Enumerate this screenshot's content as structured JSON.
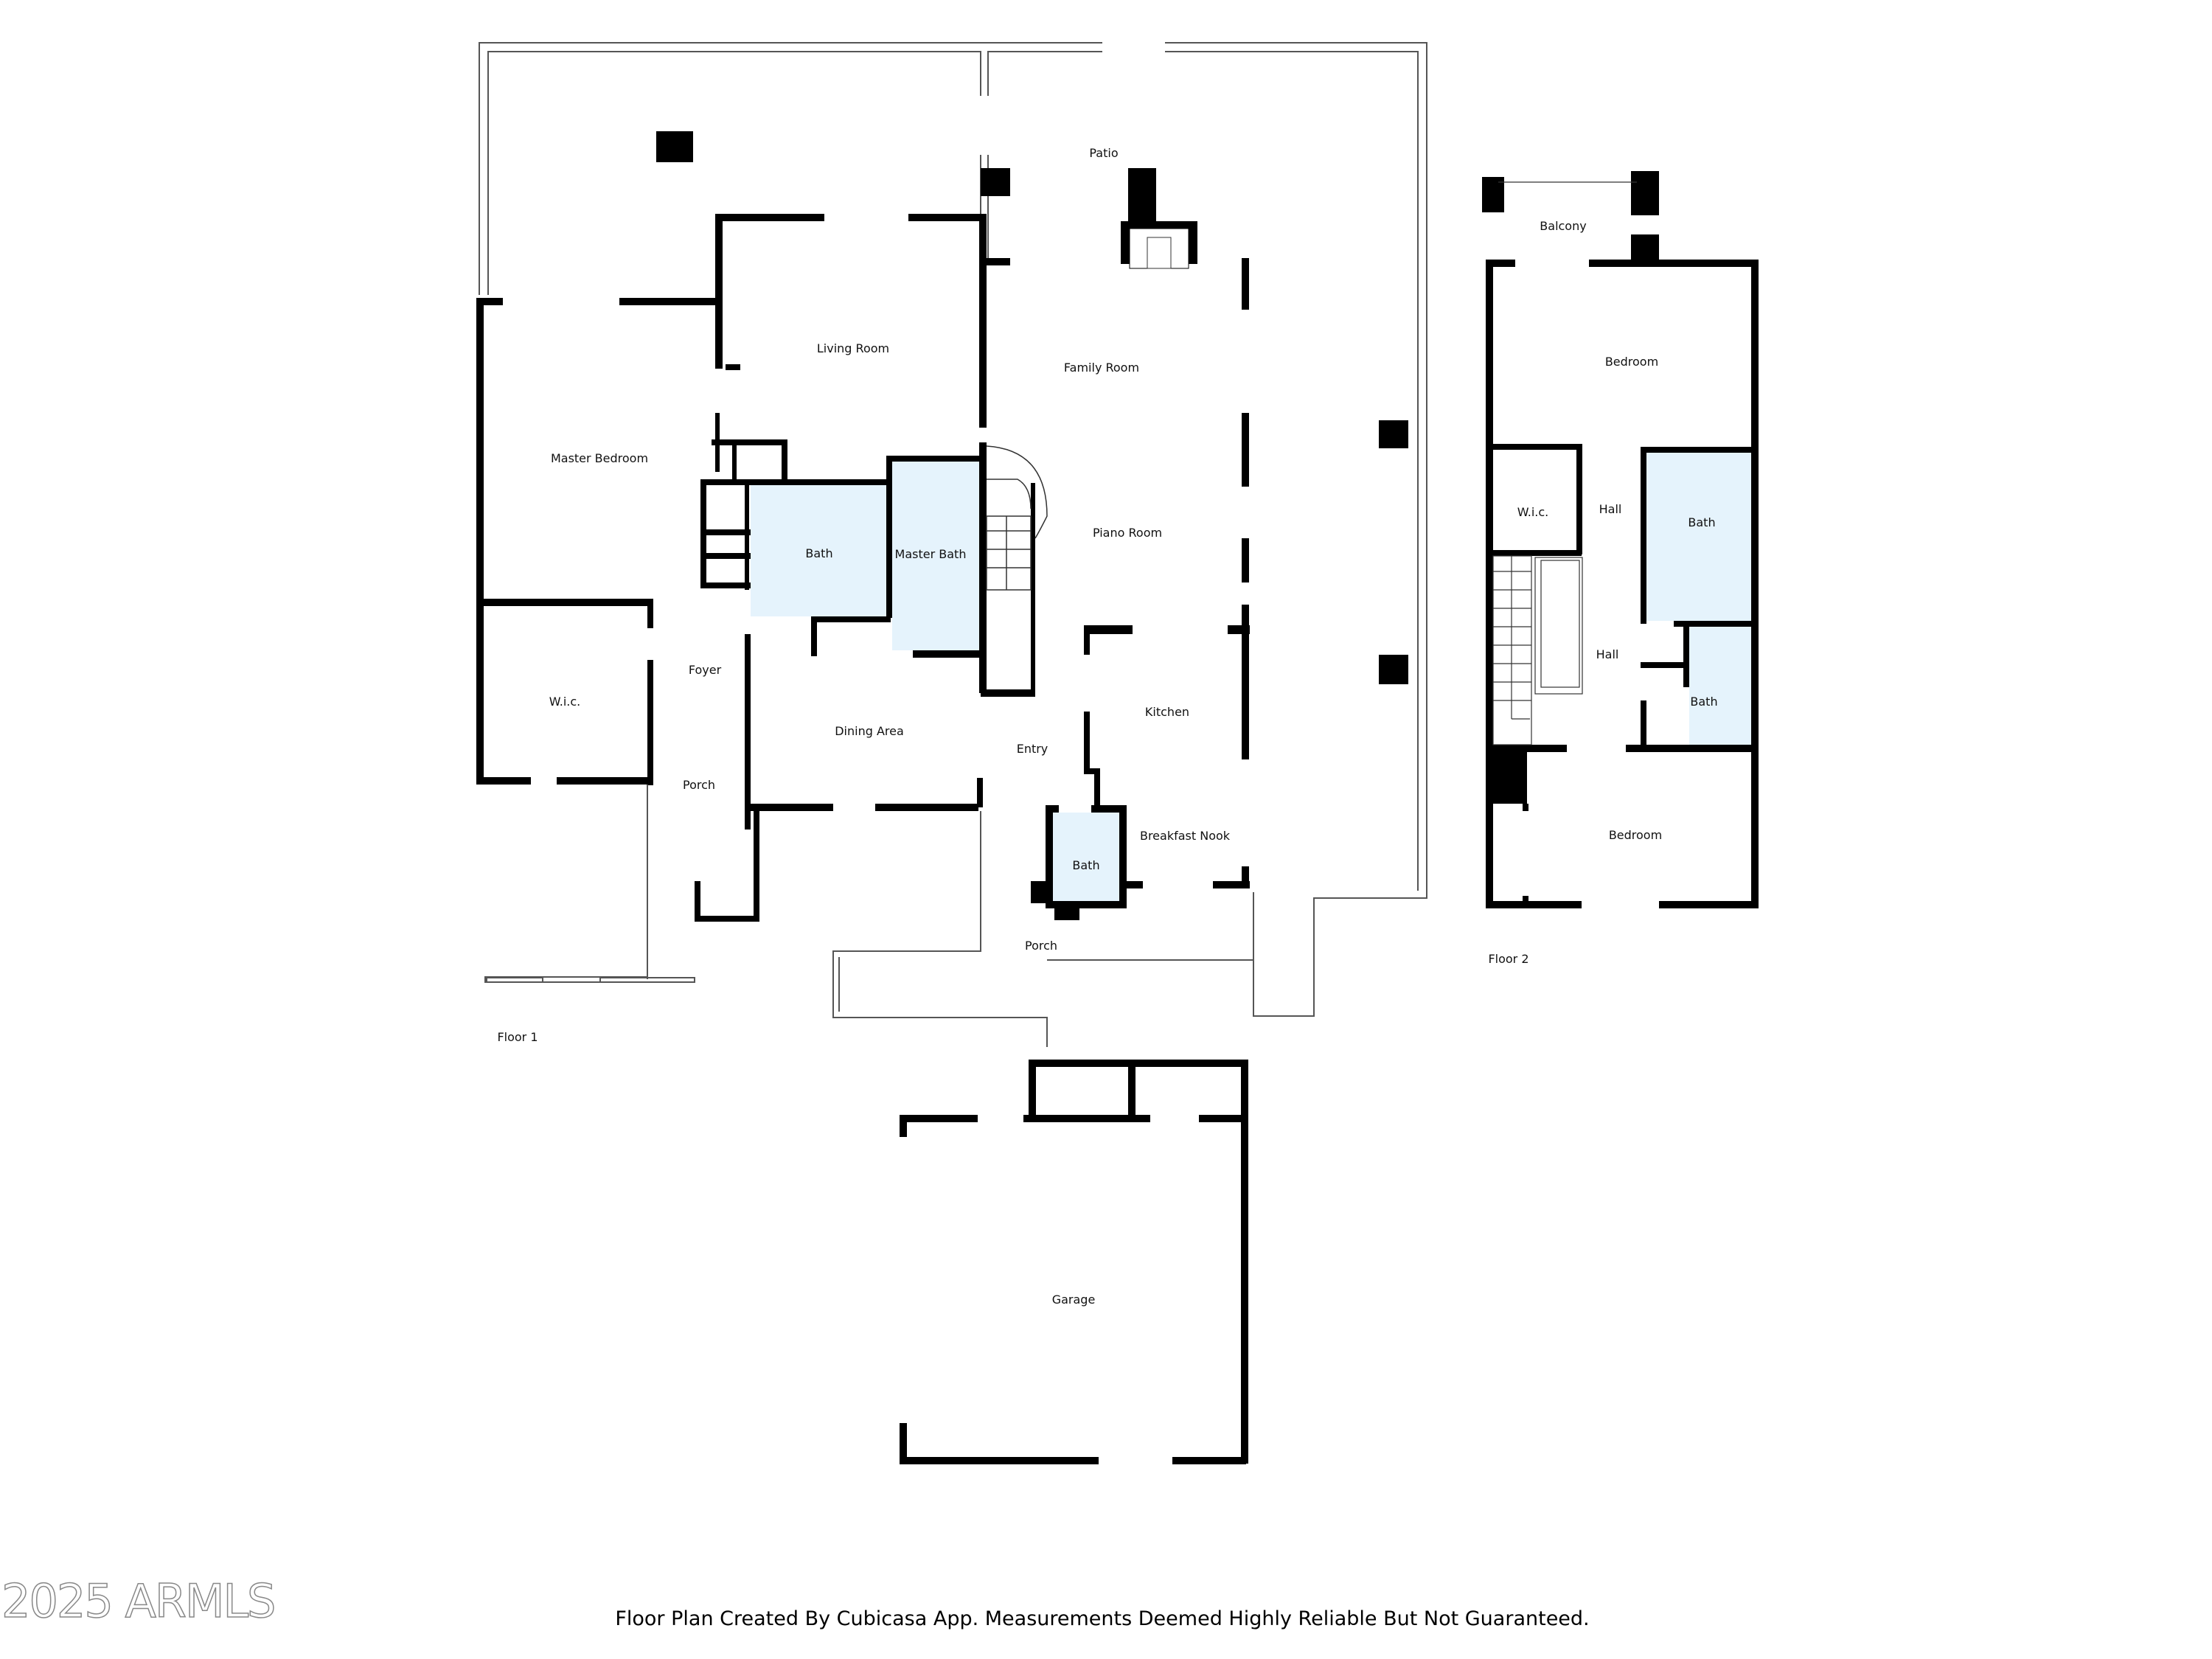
{
  "floorplan": {
    "floor1": {
      "label": "Floor 1",
      "rooms": {
        "patio": "Patio",
        "living_room": "Living Room",
        "family_room": "Family Room",
        "master_bedroom": "Master Bedroom",
        "bath": "Bath",
        "master_bath": "Master Bath",
        "piano_room": "Piano Room",
        "wic": "W.i.c.",
        "foyer": "Foyer",
        "dining_area": "Dining Area",
        "entry": "Entry",
        "kitchen": "Kitchen",
        "porch_left": "Porch",
        "breakfast_nook": "Breakfast Nook",
        "half_bath": "Bath",
        "porch_front": "Porch",
        "garage": "Garage"
      }
    },
    "floor2": {
      "label": "Floor 2",
      "rooms": {
        "balcony": "Balcony",
        "bedroom_top": "Bedroom",
        "wic": "W.i.c.",
        "hall_upper": "Hall",
        "bath_upper": "Bath",
        "hall_lower": "Hall",
        "bath_lower": "Bath",
        "bedroom_bottom": "Bedroom"
      }
    },
    "colors": {
      "wall": "#000000",
      "bath_fill": "#e5f3fc",
      "outline": "#555555"
    }
  },
  "footer": {
    "disclaimer": "Floor Plan Created By Cubicasa App. Measurements Deemed Highly Reliable But Not Guaranteed.",
    "copyright": "2025 ARMLS"
  }
}
